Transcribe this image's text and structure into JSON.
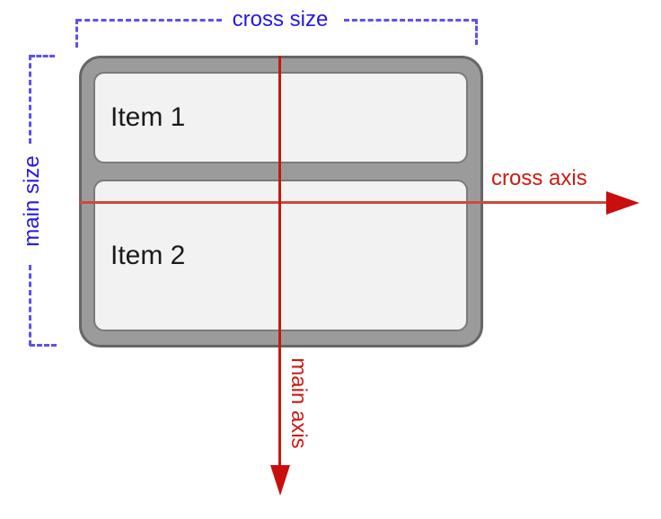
{
  "diagram": {
    "type": "flexbox-column-axes-diagram",
    "labels": {
      "cross_size": "cross size",
      "main_size": "main size",
      "cross_axis": "cross axis",
      "main_axis": "main axis"
    },
    "container": {
      "items": [
        {
          "label": "Item 1"
        },
        {
          "label": "Item 2"
        }
      ]
    },
    "colors": {
      "blue_label": "#2418e6",
      "blue_dash": "#5a52f0",
      "red_label": "#ce1a12",
      "red_arrow": "#c90e0e",
      "cross_axis_line": "#cd4a3d",
      "main_axis_line": "#c21b10",
      "container_fill": "#9b9b9b",
      "container_stroke": "#666666",
      "item_fill": "#f2f2f2",
      "item_stroke": "#7a7a7a",
      "item_text": "#1a1a1a"
    }
  }
}
